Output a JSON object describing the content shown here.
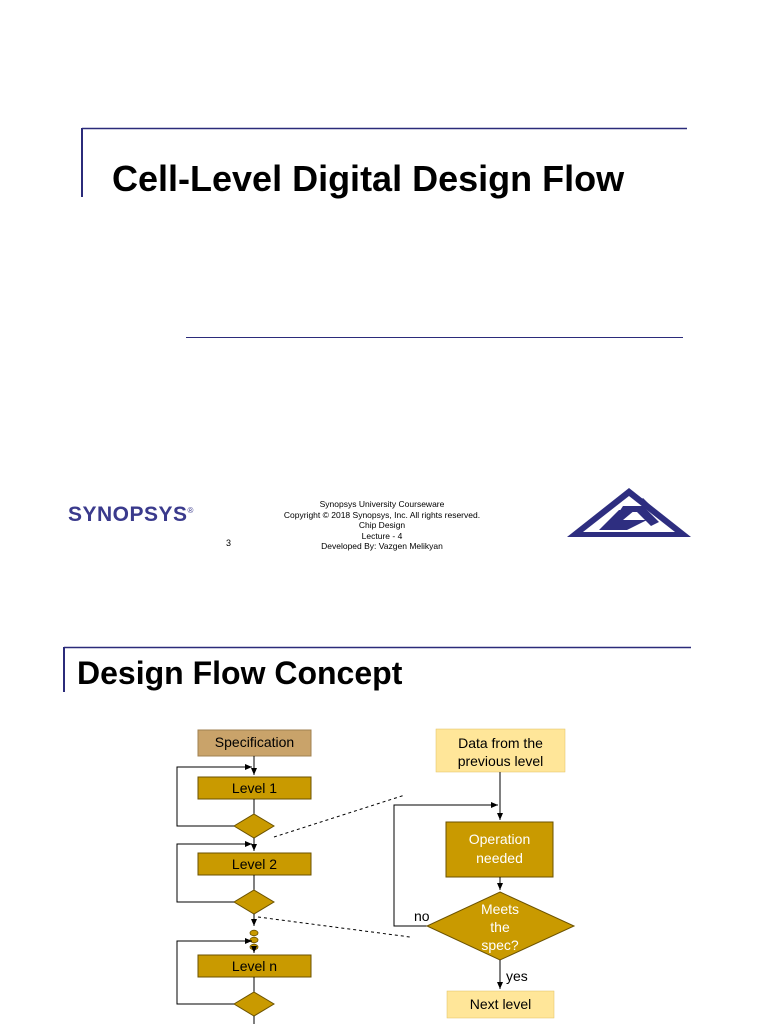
{
  "slide1": {
    "title": "Cell-Level Digital Design Flow",
    "footer": {
      "logo": "SYNOPSYS",
      "logo_mark": "®",
      "page_number": "3",
      "lines": [
        "Synopsys University Courseware",
        "Copyright © 2018 Synopsys, Inc. All rights reserved.",
        "Chip Design",
        "Lecture - 4",
        "Developed By: Vazgen Melikyan"
      ]
    }
  },
  "slide2": {
    "title": "Design Flow Concept",
    "flow_left": {
      "specification": "Specification",
      "level1": "Level 1",
      "level2": "Level 2",
      "leveln": "Level n"
    },
    "flow_right": {
      "input": [
        "Data from the",
        "previous level"
      ],
      "operation": [
        "Operation",
        "needed"
      ],
      "decision": [
        "Meets",
        "the",
        "spec?"
      ],
      "no_label": "no",
      "yes_label": "yes",
      "output": "Next level"
    }
  },
  "colors": {
    "accent_line": "#2b2b7a",
    "box_gold": "#c99a00",
    "box_tan": "#c9a36a",
    "box_light": "#ffe699",
    "logo_blue": "#3a3a8c"
  }
}
